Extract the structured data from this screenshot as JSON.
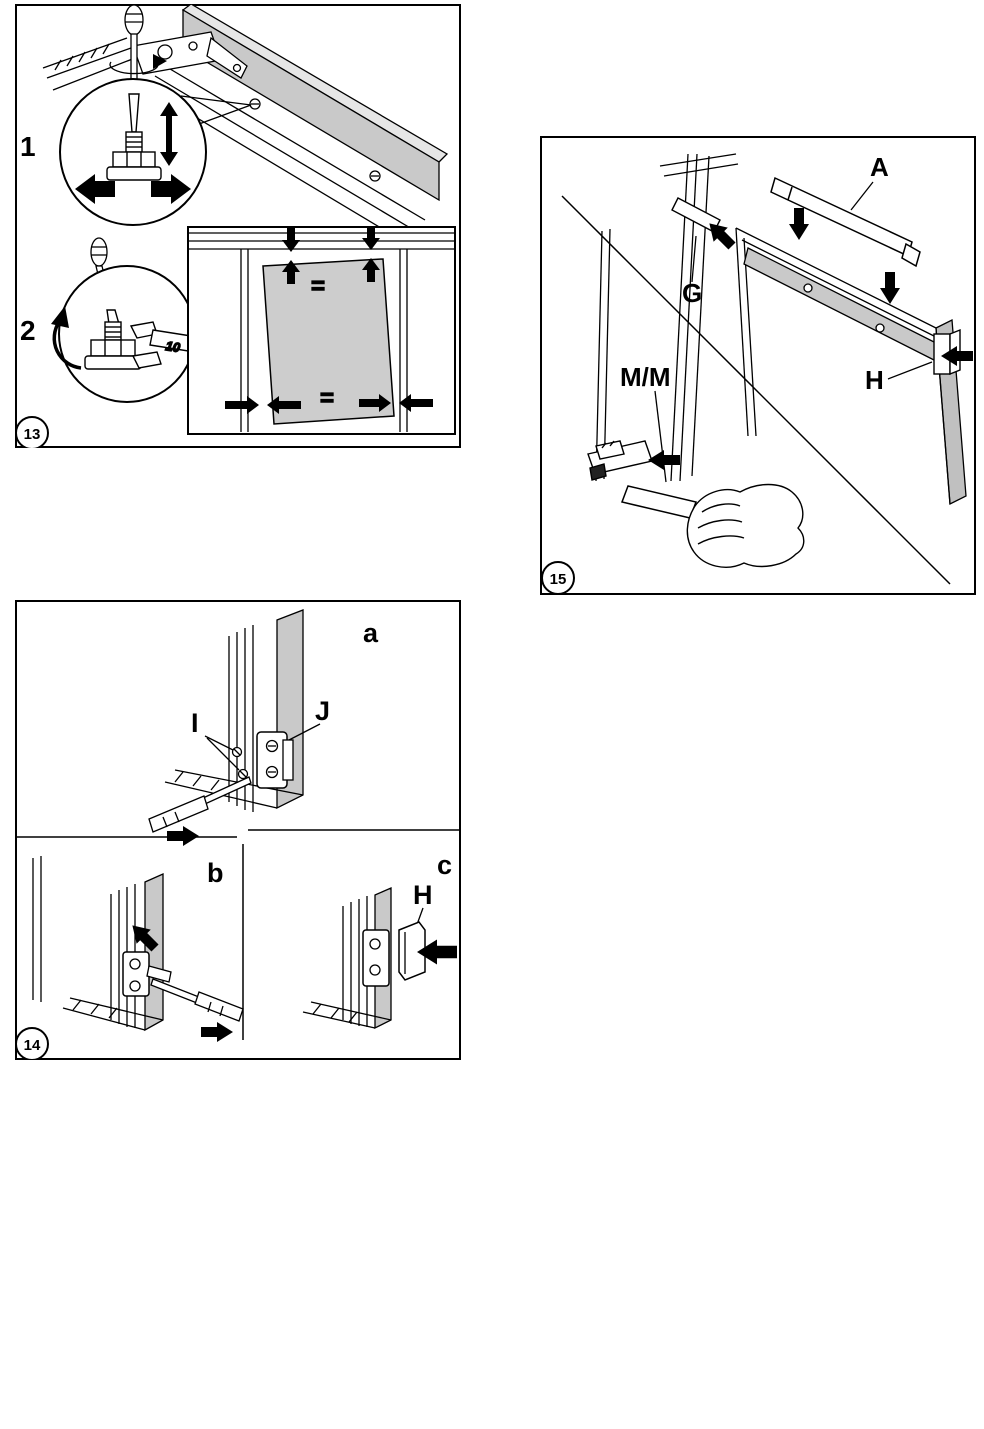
{
  "colors": {
    "background": "#ffffff",
    "line": "#000000",
    "shading_gray": "#c9c9c9",
    "light_gray": "#e6e6e6"
  },
  "fig13": {
    "badge": "13",
    "step1": "1",
    "step2": "2",
    "wrench_size": "10",
    "equals_top": "=",
    "equals_bottom": "="
  },
  "fig14": {
    "badge": "14",
    "sub_a": "a",
    "sub_b": "b",
    "sub_c": "c",
    "label_i": "I",
    "label_j": "J",
    "label_h": "H"
  },
  "fig15": {
    "badge": "15",
    "label_a": "A",
    "label_g": "G",
    "label_mm": "M/M",
    "label_h": "H"
  }
}
